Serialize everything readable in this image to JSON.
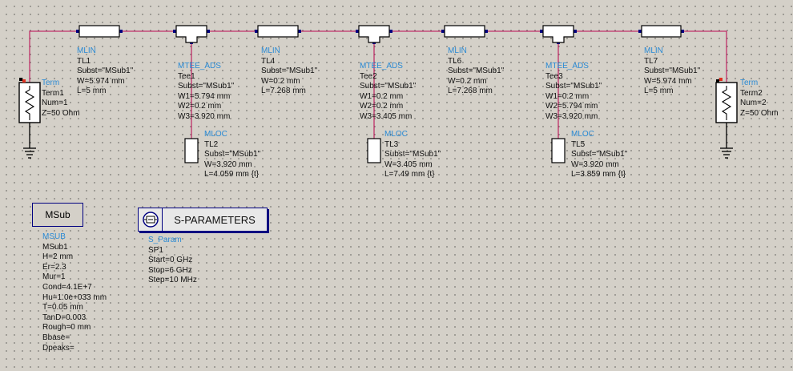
{
  "schematic": {
    "components": [
      {
        "id": "term1",
        "lines": [
          "Term",
          "Term1",
          "Num=1",
          "Z=50 Ohm"
        ]
      },
      {
        "id": "tl1",
        "lines": [
          "MLIN",
          "TL1",
          "Subst=\"MSub1\"",
          "W=5.974 mm",
          "L=5 mm"
        ]
      },
      {
        "id": "tee1",
        "lines": [
          "MTEE_ADS",
          "Tee1",
          "Subst=\"MSub1\"",
          "W1=5.794 mm",
          "W2=0.2 mm",
          "W3=3.920 mm"
        ]
      },
      {
        "id": "tl2",
        "lines": [
          "MLOC",
          "TL2",
          "Subst=\"MSub1\"",
          "W=3.920 mm",
          "L=4.059 mm {t}"
        ]
      },
      {
        "id": "tl4",
        "lines": [
          "MLIN",
          "TL4",
          "Subst=\"MSub1\"",
          "W=0.2 mm",
          "L=7.268 mm"
        ]
      },
      {
        "id": "tee2",
        "lines": [
          "MTEE_ADS",
          "Tee2",
          "Subst=\"MSub1\"",
          "W1=0.2 mm",
          "W2=0.2 mm",
          "W3=3.405 mm"
        ]
      },
      {
        "id": "tl3",
        "lines": [
          "MLOC",
          "TL3",
          "Subst=\"MSub1\"",
          "W=3.405 mm",
          "L=7.49 mm {t}"
        ]
      },
      {
        "id": "tl6",
        "lines": [
          "MLIN",
          "TL6",
          "Subst=\"MSub1\"",
          "W=0.2 mm",
          "L=7.268 mm"
        ]
      },
      {
        "id": "tee3",
        "lines": [
          "MTEE_ADS",
          "Tee3",
          "Subst=\"MSub1\"",
          "W1=0.2 mm",
          "W2=5.794 mm",
          "W3=3.920 mm"
        ]
      },
      {
        "id": "tl5",
        "lines": [
          "MLOC",
          "TL5",
          "Subst=\"MSub1\"",
          "W=3.920 mm",
          "L=3.859 mm {t}"
        ]
      },
      {
        "id": "tl7",
        "lines": [
          "MLIN",
          "TL7",
          "Subst=\"MSub1\"",
          "W=5.974 mm",
          "L=5 mm"
        ]
      },
      {
        "id": "term2",
        "lines": [
          "Term",
          "Term2",
          "Num=2",
          "Z=50 Ohm"
        ]
      },
      {
        "id": "msub",
        "lines": [
          "MSUB",
          "MSub1",
          "H=2 mm",
          "Er=2.3",
          "Mur=1",
          "Cond=4.1E+7",
          "Hu=1.0e+033 mm",
          "T=0.05 mm",
          "TanD=0.003",
          "Rough=0 mm",
          "Bbase=",
          "Dpeaks="
        ]
      },
      {
        "id": "sp",
        "lines": [
          "S_Param",
          "SP1",
          "Start=0 GHz",
          "Stop=6 GHz",
          "Step=10 MHz"
        ]
      }
    ],
    "msub_box_label": "MSub",
    "sparam_box_label": "S-PARAMETERS",
    "wire_color": "#c0306a",
    "label_color": "#2a8ad4"
  }
}
